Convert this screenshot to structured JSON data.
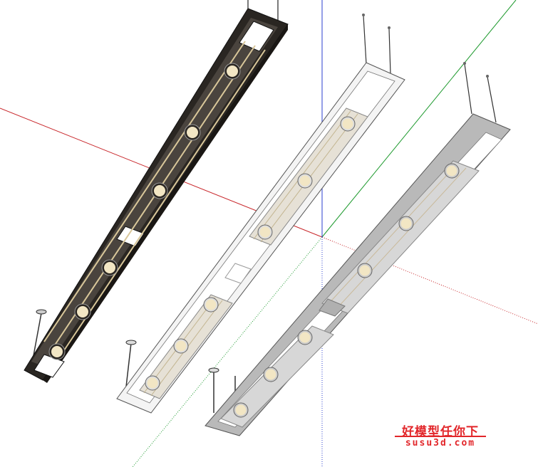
{
  "viewport": {
    "background": "#ffffff",
    "axes": {
      "red_axis_color": "#c8262a",
      "green_axis_color": "#1e9a2e",
      "blue_axis_color": "#2b3fcf"
    }
  },
  "lamps": [
    {
      "name": "dark-lamp",
      "frame_color": "#2a2622",
      "inner_color": "#4a443e",
      "bulb_count": 6
    },
    {
      "name": "white-lamp",
      "frame_color": "#f4f4f4",
      "inner_color": "#e6e1d6",
      "bulb_count": 6
    },
    {
      "name": "grey-lamp",
      "frame_color": "#b9b9b9",
      "inner_color": "#d7d7d7",
      "bulb_count": 6
    }
  ],
  "bulb_color": "#f2e6c4",
  "watermark": {
    "title": "好模型任你下",
    "url": "susu3d.com",
    "color": "#e2262a"
  }
}
